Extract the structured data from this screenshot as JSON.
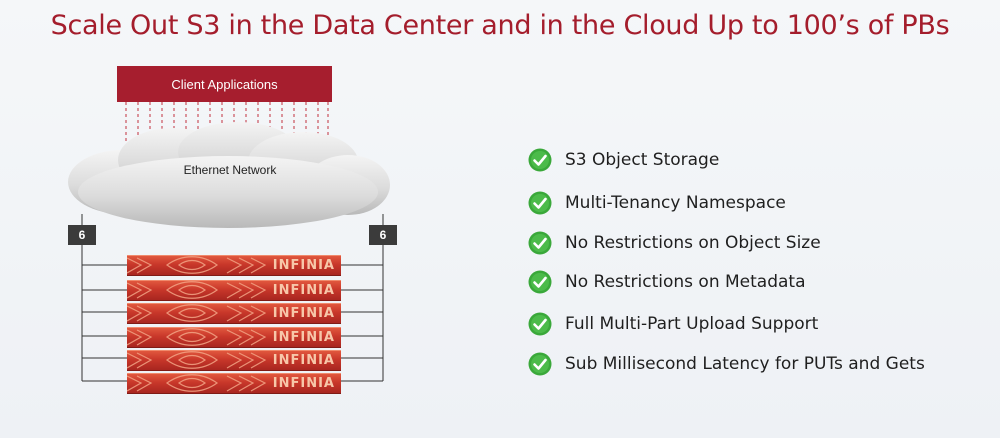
{
  "title": "Scale Out S3 in the Data Center and in the Cloud Up to 100’s of PBs",
  "diagram": {
    "client_label": "Client Applications",
    "network_label": "Ethernet Network",
    "port_left": "6",
    "port_right": "6",
    "server_brand": "INFINIA",
    "server_count": 6,
    "colors": {
      "accent": "#a61e2e",
      "server": "#c8372a",
      "check": "#3aa83a"
    }
  },
  "features": [
    "S3 Object Storage",
    "Multi-Tenancy Namespace",
    "No Restrictions on Object Size",
    "No Restrictions on Metadata",
    "Full Multi-Part Upload Support",
    "Sub Millisecond Latency for PUTs and Gets"
  ]
}
